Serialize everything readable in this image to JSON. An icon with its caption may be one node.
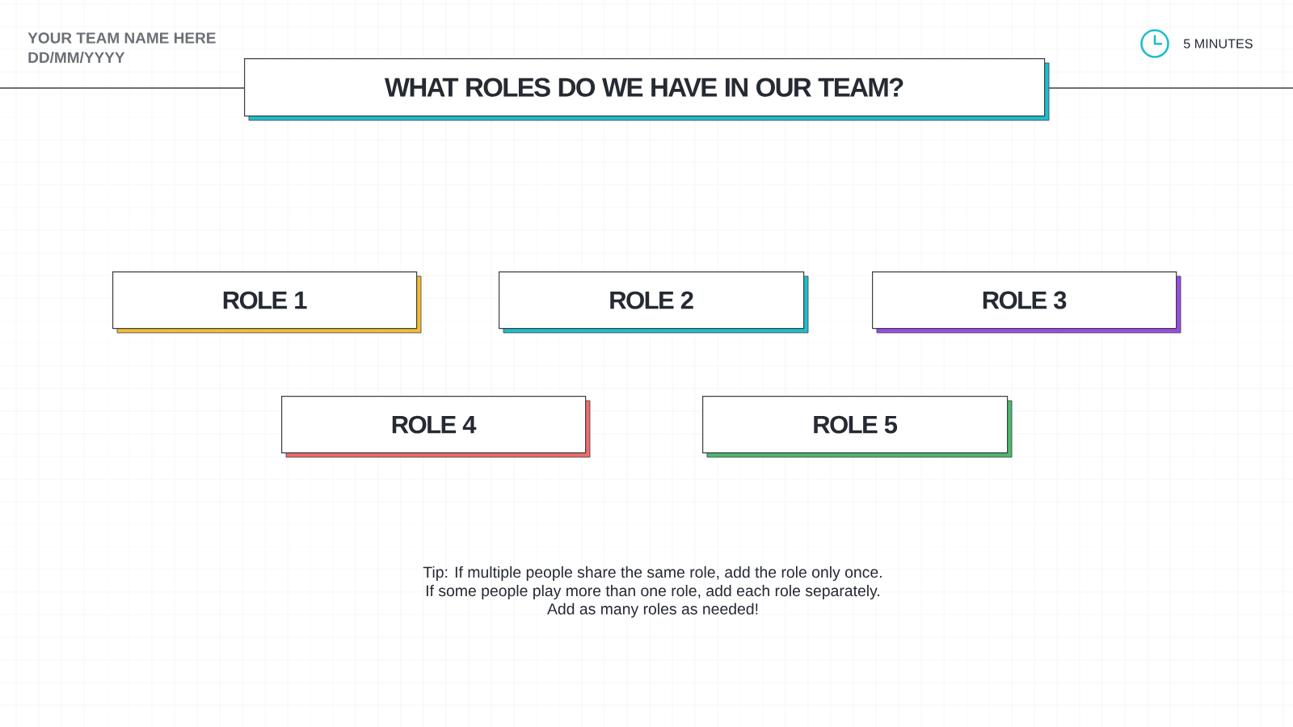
{
  "diagram": {
    "nodes": [
      {
        "text": [
          "WHAT ROLES DO WE HAVE IN OUR TEAM?"
        ]
      },
      {
        "text": [
          "ROLE 1"
        ]
      },
      {
        "text": [
          "ROLE 2"
        ]
      },
      {
        "text": [
          "ROLE 3"
        ]
      },
      {
        "text": [
          "ROLE 4"
        ]
      },
      {
        "text": [
          "ROLE 5"
        ]
      }
    ],
    "labels": [
      "YOUR TEAM NAME HERE",
      "DD/MM/YYYY",
      "5 MINUTES",
      "Tip: If multiple people share the same role, add the role only once.",
      "If some people play more than one role, add each role separately.",
      "Add as many roles as needed!"
    ]
  }
}
